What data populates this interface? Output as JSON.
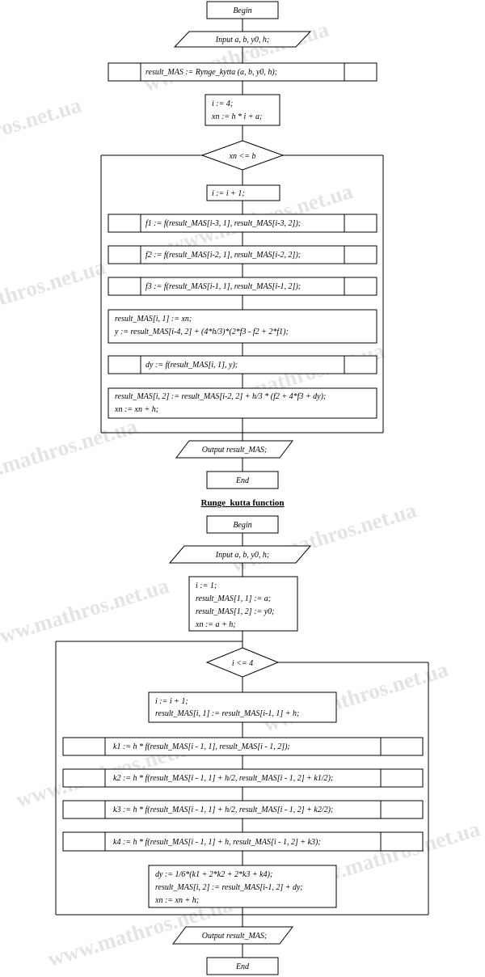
{
  "watermark": "www.mathros.net.ua",
  "main": {
    "begin": "Begin",
    "input_kw": "Input",
    "input_vars": " a, b, y0, h;",
    "call": "result_MAS := Rynge_kytta (a, b, y0, h);",
    "init": [
      "i := 4;",
      "xn := h * i + a;"
    ],
    "cond": "xn <= b",
    "inc": "i := i + 1;",
    "f1": "f1 := f(result_MAS[i-3, 1], result_MAS[i-3, 2]);",
    "f2": "f2 := f(result_MAS[i-2, 1], result_MAS[i-2, 2]);",
    "f3": "f3 := f(result_MAS[i-1, 1], result_MAS[i-1, 2]);",
    "calc": [
      "result_MAS[i, 1] := xn;",
      "y := result_MAS[i-4, 2] + (4*h/3)*(2*f3 - f2 + 2*f1);"
    ],
    "dy": "dy := f(result_MAS[i, 1], y);",
    "update": [
      "result_MAS[i, 2] := result_MAS[i-2, 2] + h/3 * (f2 + 4*f3 + dy);",
      "xn := xn + h;"
    ],
    "output_kw": "Output",
    "output_vars": " result_MAS;",
    "end": "End"
  },
  "rk": {
    "title": "Runge_kutta function",
    "begin": "Begin",
    "input_kw": "Input",
    "input_vars": " a, b, y0, h;",
    "init": [
      "i := 1;",
      "result_MAS[1, 1] := a;",
      "result_MAS[1, 2] := y0;",
      "xn := a + h;"
    ],
    "cond": "i <= 4",
    "inc": [
      "i := i + 1;",
      "result_MAS[i, 1] := result_MAS[i-1, 1] + h;"
    ],
    "k1": "k1 := h * f(result_MAS[i - 1, 1], result_MAS[i - 1, 2]);",
    "k2": "k2 := h * f(result_MAS[i - 1, 1] + h/2, result_MAS[i - 1, 2] + k1/2);",
    "k3": "k3 := h * f(result_MAS[i - 1, 1] + h/2, result_MAS[i - 1, 2] + k2/2);",
    "k4": "k4 := h * f(result_MAS[i - 1, 1] + h, result_MAS[i - 1, 2] + k3);",
    "final": [
      "dy := 1/6*(k1 + 2*k2 + 2*k3 + k4);",
      "result_MAS[i, 2] := result_MAS[i-1, 2] + dy;",
      "xn := xn + h;"
    ],
    "output_kw": "Output",
    "output_vars": " result_MAS;",
    "end": "End"
  }
}
